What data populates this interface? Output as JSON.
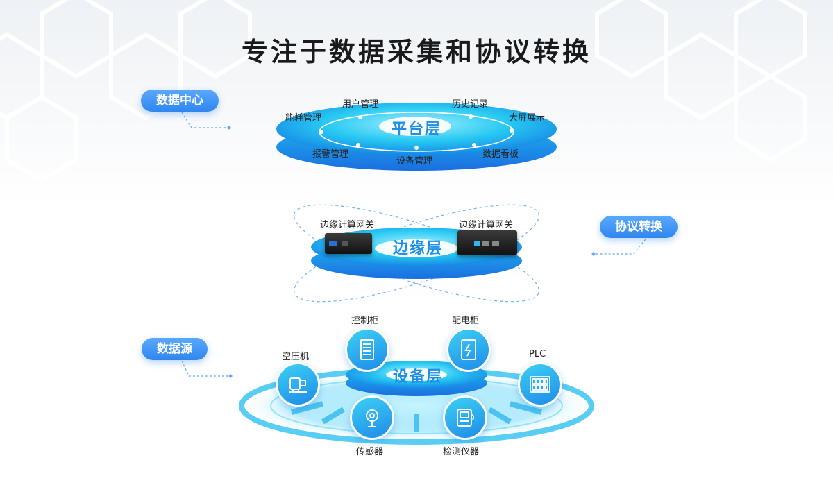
{
  "title": "专注于数据采集和协议转换",
  "tags": {
    "data_center": "数据中心",
    "protocol": "协议转换",
    "data_source": "数据源"
  },
  "platform": {
    "layer_name": "平台层",
    "items": [
      "能耗管理",
      "用户管理",
      "历史记录",
      "大屏展示",
      "报警管理",
      "设备管理",
      "数据看板"
    ]
  },
  "edge": {
    "layer_name": "边缘层",
    "gateway_left": "边缘计算网关",
    "gateway_right": "边缘计算网关"
  },
  "device_layer": {
    "layer_name": "设备层",
    "items": {
      "control_cabinet": "控制柜",
      "distribution_cabinet": "配电柜",
      "compressor": "空压机",
      "plc": "PLC",
      "sensor": "传感器",
      "instrument": "检测仪器"
    }
  },
  "colors": {
    "primary": "#2f86ef",
    "cyan": "#19c4f0",
    "dashed": "#5aa9ff"
  }
}
